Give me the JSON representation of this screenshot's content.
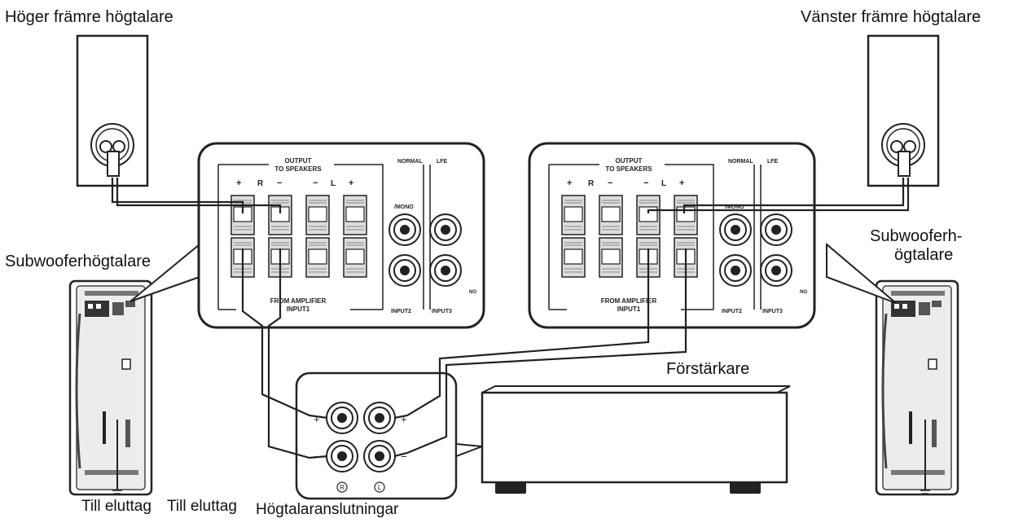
{
  "labels": {
    "right_front": "Höger främre högtalare",
    "left_front": "Vänster främre högtalare",
    "subwoofer_left": "Subwooferhögtalare",
    "subwoofer_right_line1": "Subwooferh-",
    "subwoofer_right_line2": "ögtalare",
    "amplifier": "Förstärkare",
    "outlet_1": "Till eluttag",
    "outlet_2": "Till eluttag",
    "speaker_terminals": "Högtalaranslutningar"
  },
  "panel": {
    "output_line1": "OUTPUT",
    "output_line2": "TO SPEAKERS",
    "from_amplifier": "FROM AMPLIFIER",
    "input1": "INPUT1",
    "input2": "INPUT2",
    "input3": "INPUT3",
    "normal": "NORMAL",
    "lfe": "LFE",
    "mono": "/MONO",
    "no": "NO",
    "plus": "+",
    "minus": "−",
    "r": "R",
    "l": "L"
  },
  "terminals": {
    "plus": "+",
    "minus": "−",
    "r": "R",
    "l": "L"
  }
}
